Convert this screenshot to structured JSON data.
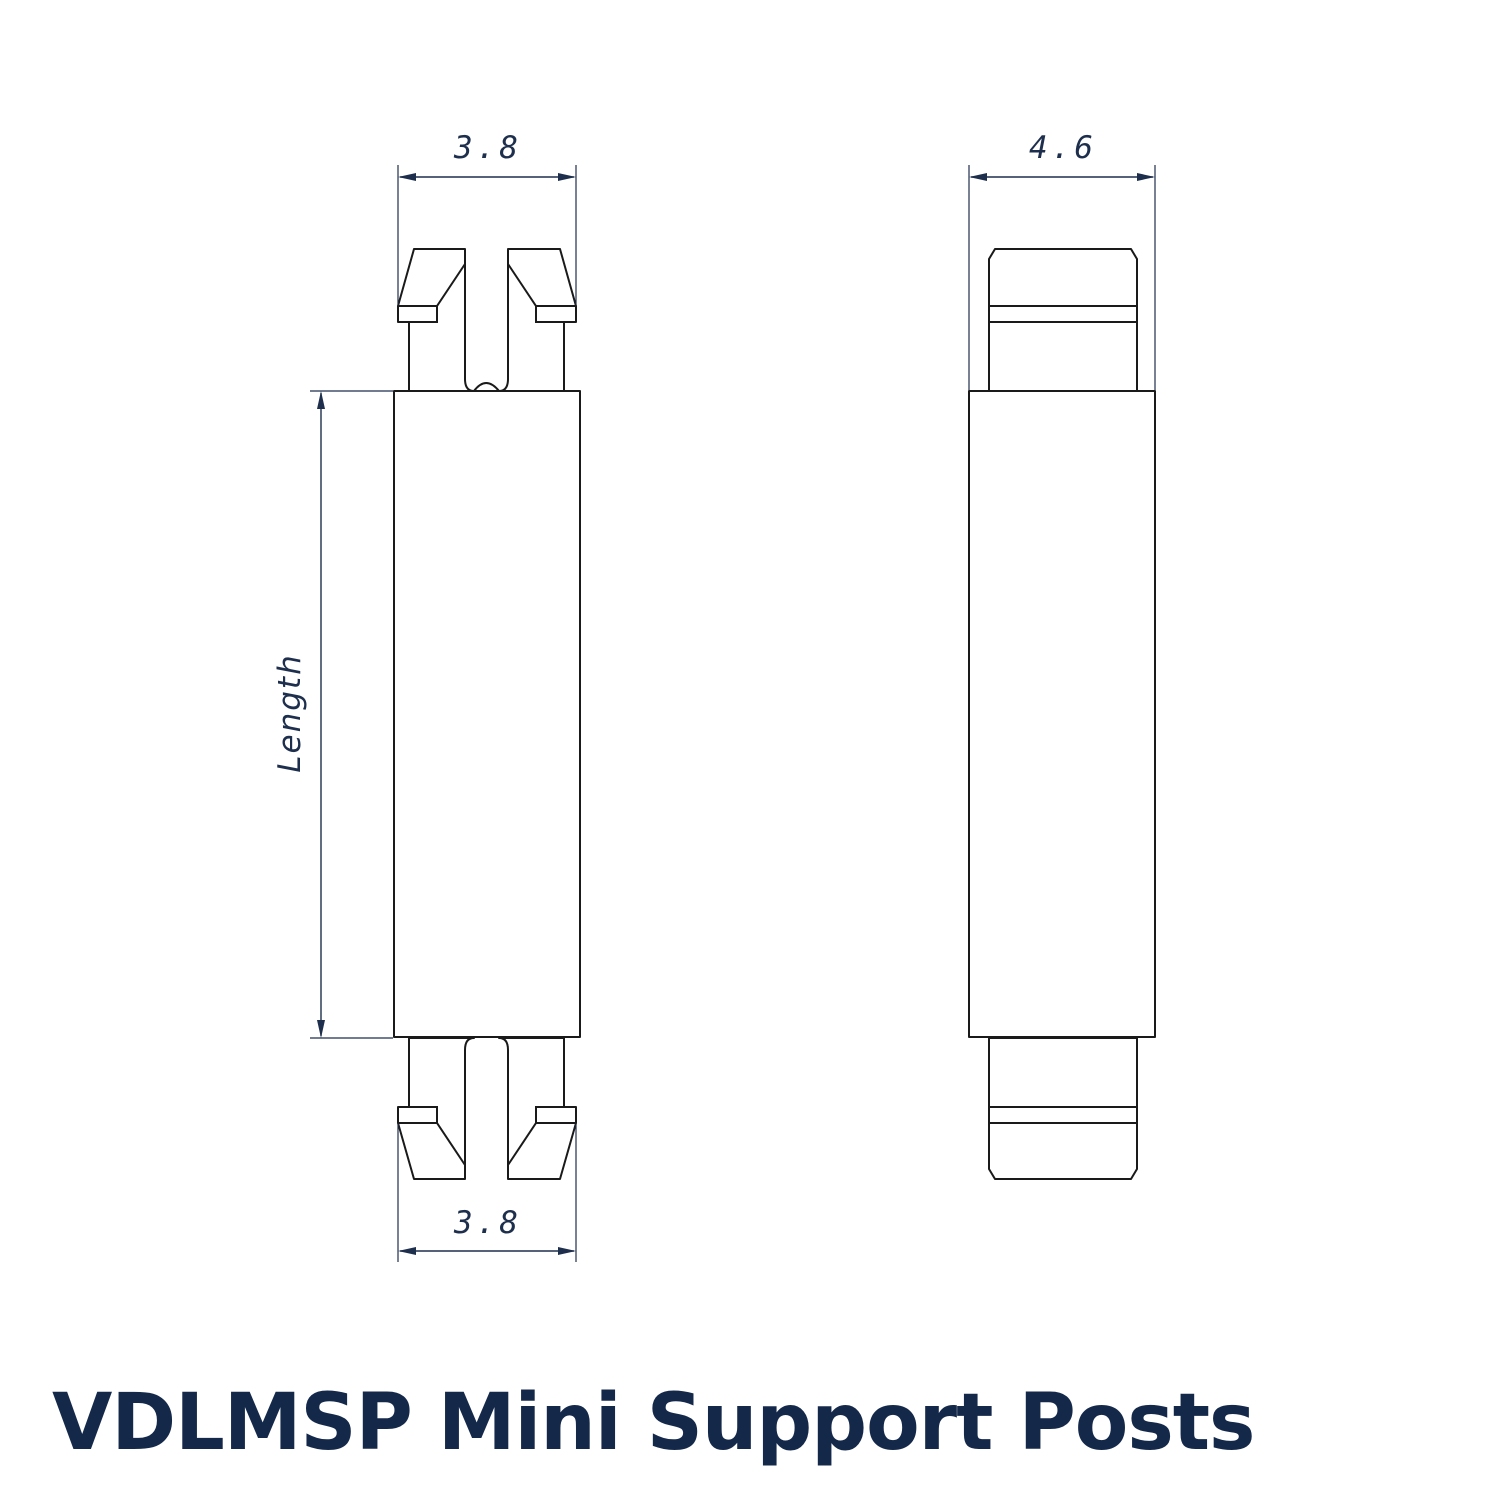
{
  "title": "VDLMSP Mini Support Posts",
  "dimensions": {
    "top_width": "3.8",
    "bottom_width": "3.8",
    "side_width": "4.6",
    "length": "Length"
  },
  "colors": {
    "dimension": "#1e2f4d",
    "title": "#14284a",
    "outline": "#1a1a1a"
  }
}
